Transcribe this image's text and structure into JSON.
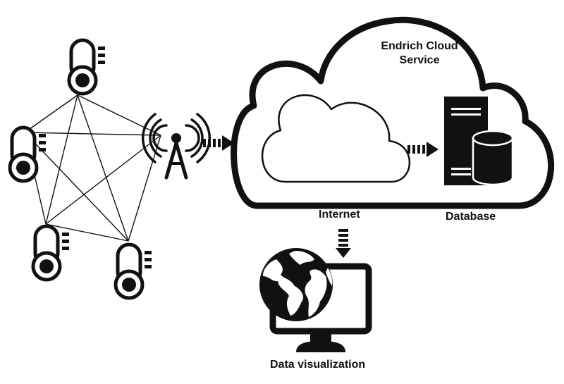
{
  "labels": {
    "cloud_title_line1": "Endrich Cloud",
    "cloud_title_line2": "Service",
    "internet": "Internet",
    "database": "Database",
    "data_visualization": "Data visualization"
  },
  "icons": {
    "sensor": "thermometer-sensor-icon",
    "gateway": "radio-tower-icon",
    "cloud": "cloud-icon",
    "server": "server-icon",
    "database": "database-cylinder-icon",
    "monitor": "monitor-icon",
    "globe": "globe-icon"
  },
  "colors": {
    "ink": "#111111",
    "background": "#ffffff"
  }
}
